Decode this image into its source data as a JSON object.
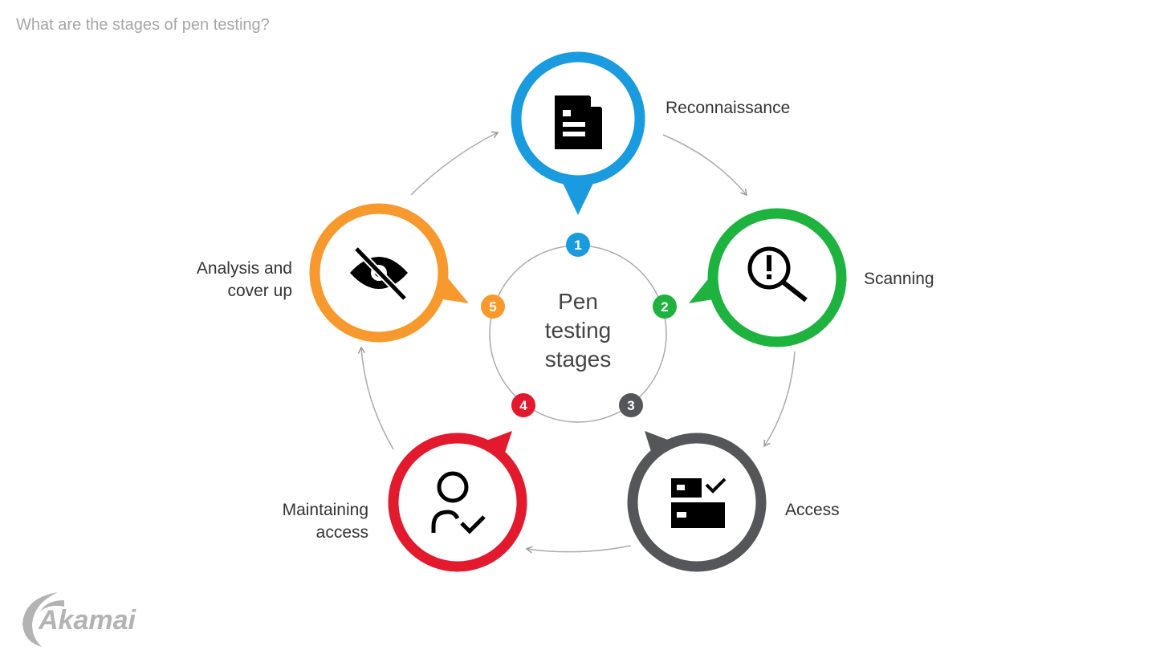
{
  "title": "What are the stages of pen testing?",
  "center": {
    "lines": [
      "Pen",
      "testing",
      "stages"
    ]
  },
  "stages": [
    {
      "number": "1",
      "label": [
        "Reconnaissance"
      ],
      "icon": "document-icon",
      "color": "#1a9be0"
    },
    {
      "number": "2",
      "label": [
        "Scanning"
      ],
      "icon": "search-alert-icon",
      "color": "#1db33e"
    },
    {
      "number": "3",
      "label": [
        "Access"
      ],
      "icon": "access-checklist-icon",
      "color": "#55565a"
    },
    {
      "number": "4",
      "label": [
        "Maintaining",
        "access"
      ],
      "icon": "user-check-icon",
      "color": "#e3192d"
    },
    {
      "number": "5",
      "label": [
        "Analysis and",
        "cover up"
      ],
      "icon": "eye-off-icon",
      "color": "#f8992d"
    }
  ],
  "logo": "Akamai"
}
